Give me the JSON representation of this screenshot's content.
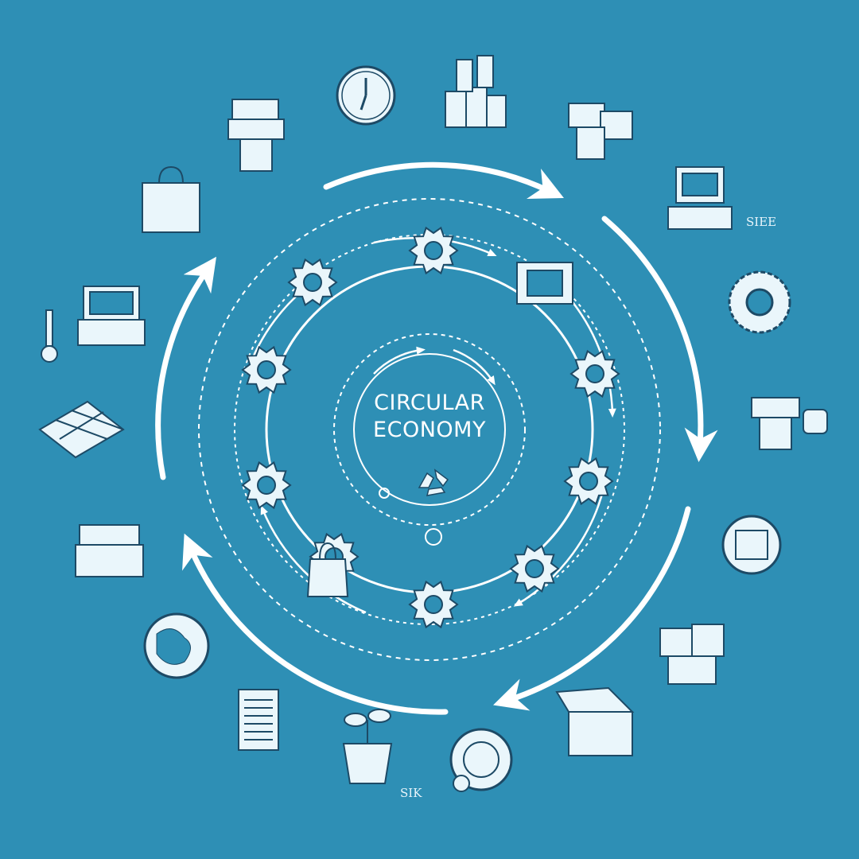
{
  "diagram": {
    "title_lines": [
      "CIRCULAR",
      "ECONOMY"
    ],
    "labels": {
      "top_right": "SIEE",
      "bottom": "SIK"
    }
  },
  "colors": {
    "background": "#2e8fb5",
    "line": "#ffffff",
    "icon_fill": "#eaf6fb",
    "icon_stroke": "#1d4a66"
  },
  "gears_inner_ring": [
    "gear-icon",
    "gear-icon",
    "gear-icon",
    "gear-icon",
    "gear-icon",
    "gear-icon",
    "gear-icon",
    "gear-icon",
    "gear-icon"
  ],
  "outer_icons": [
    "clock-icon",
    "factory-icon",
    "boxes-icon",
    "computer-icon",
    "gear-cluster-icon",
    "machine-icon",
    "package-icon",
    "box-icon",
    "open-box-icon",
    "gauge-icon",
    "plant-pot-icon",
    "document-stack-icon",
    "globe-icon",
    "printer-icon",
    "solar-panel-icon",
    "thermometer-icon",
    "laptop-icon",
    "shopping-bag-icon",
    "desk-icon",
    "recycle-icon"
  ]
}
